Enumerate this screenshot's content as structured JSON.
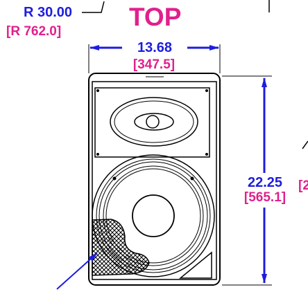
{
  "view_title": "TOP",
  "radius": {
    "imperial": "R 30.00",
    "metric": "[R 762.0]"
  },
  "width_dim": {
    "imperial": "13.68",
    "metric": "[347.5]"
  },
  "height_dim": {
    "imperial": "22.25",
    "metric": "[565.1]"
  },
  "clipped_metric_fragment": "[2",
  "colors": {
    "dimension_text": "#1d1ddd",
    "metric_text": "#e0208c",
    "title": "#e0208c",
    "dimension_line": "#1d1ddd",
    "outline": "#000000"
  }
}
